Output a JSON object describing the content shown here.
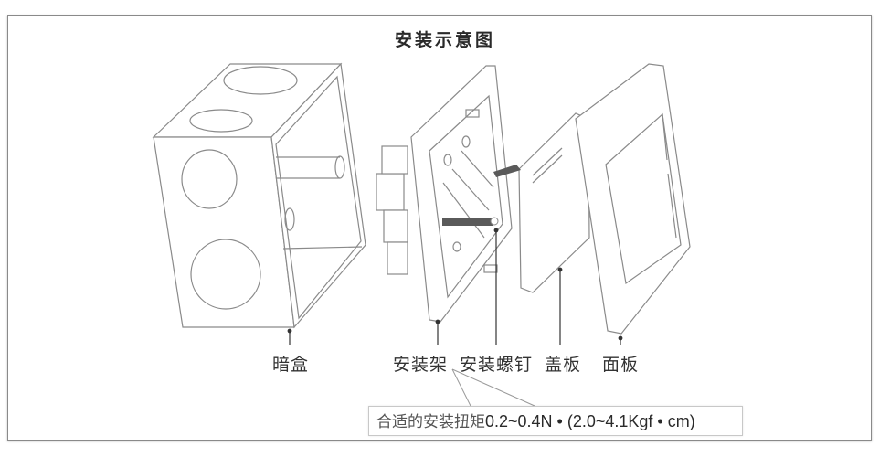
{
  "title": "安装示意图",
  "labels": {
    "back_box": "暗盒",
    "mounting_frame": "安装架",
    "mounting_screw": "安装螺钉",
    "cover_plate": "盖板",
    "face_panel": "面板"
  },
  "callout": {
    "text_cjk": "合适的安装扭矩",
    "text_value": "0.2~0.4N • (2.0~4.1Kgf • cm)"
  },
  "colors": {
    "line": "#8a8a8a",
    "screw": "#5a5a5a",
    "text": "#333333"
  }
}
